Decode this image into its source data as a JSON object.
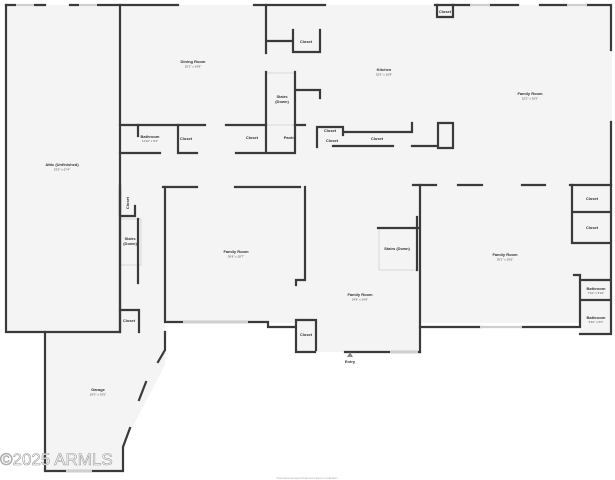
{
  "rooms": {
    "attic": {
      "name": "Attic (Unfinished)",
      "dims": "33'5\" x 67'4\""
    },
    "dining": {
      "name": "Dining Room",
      "dims": "20'2\" x 24'8\""
    },
    "kitchen": {
      "name": "Kitchen",
      "dims": "32'6\" x 20'8\""
    },
    "family_ne": {
      "name": "Family Room",
      "dims": "32'2\" x 30'9\""
    },
    "family_w": {
      "name": "Family Room",
      "dims": "36'8\" x 28'7\""
    },
    "family_c": {
      "name": "Family Room",
      "dims": "24'8\" x 24'6\""
    },
    "family_e": {
      "name": "Family Room",
      "dims": "39'1\" x 29'6\""
    },
    "bath_1": {
      "name": "Bathroom",
      "dims": "11'10\" x 5'4\""
    },
    "bath_2": {
      "name": "Bathroom",
      "dims": "7'10\" x 5'10\""
    },
    "bath_3": {
      "name": "Bathroom",
      "dims": "5'10\" x 5'0\""
    },
    "garage": {
      "name": "Garage",
      "dims": "24'3\" x 33'5\""
    }
  },
  "labels": {
    "closet": "Closet",
    "pantry": "Pantry",
    "stairs_down": "Stairs",
    "stairs_down_sub": "(Down)",
    "stairs_down_inline": "Stairs (Down)",
    "entry": "Entry"
  },
  "watermark": "©2025 ARMLS",
  "footer_note": "Dimensions are approximate and subject to verification"
}
